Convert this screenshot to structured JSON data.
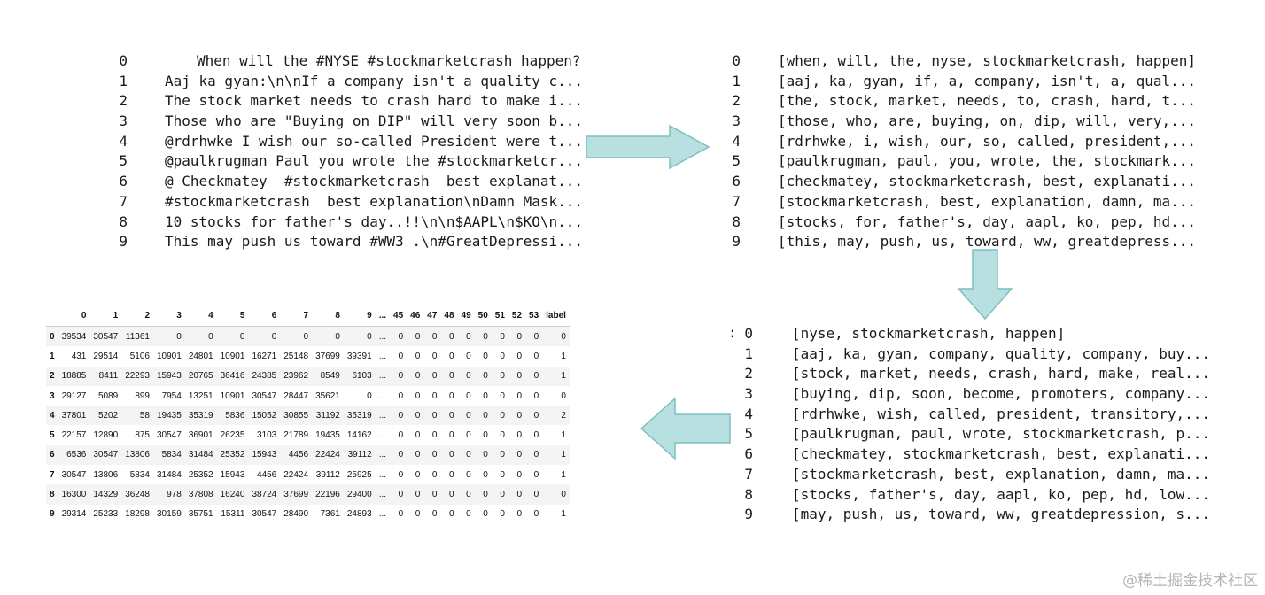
{
  "raw_series": [
    {
      "idx": "0",
      "text": "When will the #NYSE #stockmarketcrash happen?"
    },
    {
      "idx": "1",
      "text": "Aaj ka gyan:\\n\\nIf a company isn't a quality c..."
    },
    {
      "idx": "2",
      "text": "The stock market needs to crash hard to make i..."
    },
    {
      "idx": "3",
      "text": "Those who are \"Buying on DIP\" will very soon b..."
    },
    {
      "idx": "4",
      "text": "@rdrhwke I wish our so-called President were t..."
    },
    {
      "idx": "5",
      "text": "@paulkrugman Paul you wrote the #stockmarketcr..."
    },
    {
      "idx": "6",
      "text": "@_Checkmatey_ #stockmarketcrash  best explanat..."
    },
    {
      "idx": "7",
      "text": "#stockmarketcrash  best explanation\\nDamn Mask..."
    },
    {
      "idx": "8",
      "text": "10 stocks for father's day..!!\\n\\n$AAPL\\n$KO\\n..."
    },
    {
      "idx": "9",
      "text": "This may push us toward #WW3 .\\n#GreatDepressi..."
    }
  ],
  "tokenized_series": [
    {
      "idx": "0",
      "text": "[when, will, the, nyse, stockmarketcrash, happen]"
    },
    {
      "idx": "1",
      "text": "[aaj, ka, gyan, if, a, company, isn't, a, qual..."
    },
    {
      "idx": "2",
      "text": "[the, stock, market, needs, to, crash, hard, t..."
    },
    {
      "idx": "3",
      "text": "[those, who, are, buying, on, dip, will, very,..."
    },
    {
      "idx": "4",
      "text": "[rdrhwke, i, wish, our, so, called, president,..."
    },
    {
      "idx": "5",
      "text": "[paulkrugman, paul, you, wrote, the, stockmark..."
    },
    {
      "idx": "6",
      "text": "[checkmatey, stockmarketcrash, best, explanati..."
    },
    {
      "idx": "7",
      "text": "[stockmarketcrash, best, explanation, damn, ma..."
    },
    {
      "idx": "8",
      "text": "[stocks, for, father's, day, aapl, ko, pep, hd..."
    },
    {
      "idx": "9",
      "text": "[this, may, push, us, toward, ww, greatdepress..."
    }
  ],
  "clean_prefix": ":",
  "clean_series": [
    {
      "idx": "0",
      "text": "[nyse, stockmarketcrash, happen]"
    },
    {
      "idx": "1",
      "text": "[aaj, ka, gyan, company, quality, company, buy..."
    },
    {
      "idx": "2",
      "text": "[stock, market, needs, crash, hard, make, real..."
    },
    {
      "idx": "3",
      "text": "[buying, dip, soon, become, promoters, company..."
    },
    {
      "idx": "4",
      "text": "[rdrhwke, wish, called, president, transitory,..."
    },
    {
      "idx": "5",
      "text": "[paulkrugman, paul, wrote, stockmarketcrash, p..."
    },
    {
      "idx": "6",
      "text": "[checkmatey, stockmarketcrash, best, explanati..."
    },
    {
      "idx": "7",
      "text": "[stockmarketcrash, best, explanation, damn, ma..."
    },
    {
      "idx": "8",
      "text": "[stocks, father's, day, aapl, ko, pep, hd, low..."
    },
    {
      "idx": "9",
      "text": "[may, push, us, toward, ww, greatdepression, s..."
    }
  ],
  "table": {
    "columns": [
      "",
      "0",
      "1",
      "2",
      "3",
      "4",
      "5",
      "6",
      "7",
      "8",
      "9",
      "...",
      "45",
      "46",
      "47",
      "48",
      "49",
      "50",
      "51",
      "52",
      "53",
      "label"
    ],
    "rows": [
      [
        "0",
        "39534",
        "30547",
        "11361",
        "0",
        "0",
        "0",
        "0",
        "0",
        "0",
        "0",
        "...",
        "0",
        "0",
        "0",
        "0",
        "0",
        "0",
        "0",
        "0",
        "0",
        "0"
      ],
      [
        "1",
        "431",
        "29514",
        "5106",
        "10901",
        "24801",
        "10901",
        "16271",
        "25148",
        "37699",
        "39391",
        "...",
        "0",
        "0",
        "0",
        "0",
        "0",
        "0",
        "0",
        "0",
        "0",
        "1"
      ],
      [
        "2",
        "18885",
        "8411",
        "22293",
        "15943",
        "20765",
        "36416",
        "24385",
        "23962",
        "8549",
        "6103",
        "...",
        "0",
        "0",
        "0",
        "0",
        "0",
        "0",
        "0",
        "0",
        "0",
        "1"
      ],
      [
        "3",
        "29127",
        "5089",
        "899",
        "7954",
        "13251",
        "10901",
        "30547",
        "28447",
        "35621",
        "0",
        "...",
        "0",
        "0",
        "0",
        "0",
        "0",
        "0",
        "0",
        "0",
        "0",
        "0"
      ],
      [
        "4",
        "37801",
        "5202",
        "58",
        "19435",
        "35319",
        "5836",
        "15052",
        "30855",
        "31192",
        "35319",
        "...",
        "0",
        "0",
        "0",
        "0",
        "0",
        "0",
        "0",
        "0",
        "0",
        "2"
      ],
      [
        "5",
        "22157",
        "12890",
        "875",
        "30547",
        "36901",
        "26235",
        "3103",
        "21789",
        "19435",
        "14162",
        "...",
        "0",
        "0",
        "0",
        "0",
        "0",
        "0",
        "0",
        "0",
        "0",
        "1"
      ],
      [
        "6",
        "6536",
        "30547",
        "13806",
        "5834",
        "31484",
        "25352",
        "15943",
        "4456",
        "22424",
        "39112",
        "...",
        "0",
        "0",
        "0",
        "0",
        "0",
        "0",
        "0",
        "0",
        "0",
        "1"
      ],
      [
        "7",
        "30547",
        "13806",
        "5834",
        "31484",
        "25352",
        "15943",
        "4456",
        "22424",
        "39112",
        "25925",
        "...",
        "0",
        "0",
        "0",
        "0",
        "0",
        "0",
        "0",
        "0",
        "0",
        "1"
      ],
      [
        "8",
        "16300",
        "14329",
        "36248",
        "978",
        "37808",
        "16240",
        "38724",
        "37699",
        "22196",
        "29400",
        "...",
        "0",
        "0",
        "0",
        "0",
        "0",
        "0",
        "0",
        "0",
        "0",
        "0"
      ],
      [
        "9",
        "29314",
        "25233",
        "18298",
        "30159",
        "35751",
        "15311",
        "30547",
        "28490",
        "7361",
        "24893",
        "...",
        "0",
        "0",
        "0",
        "0",
        "0",
        "0",
        "0",
        "0",
        "0",
        "1"
      ]
    ]
  },
  "arrow_color": "#b9e0e0",
  "arrow_stroke": "#7fbfc0",
  "watermark": "@稀土掘金技术社区"
}
